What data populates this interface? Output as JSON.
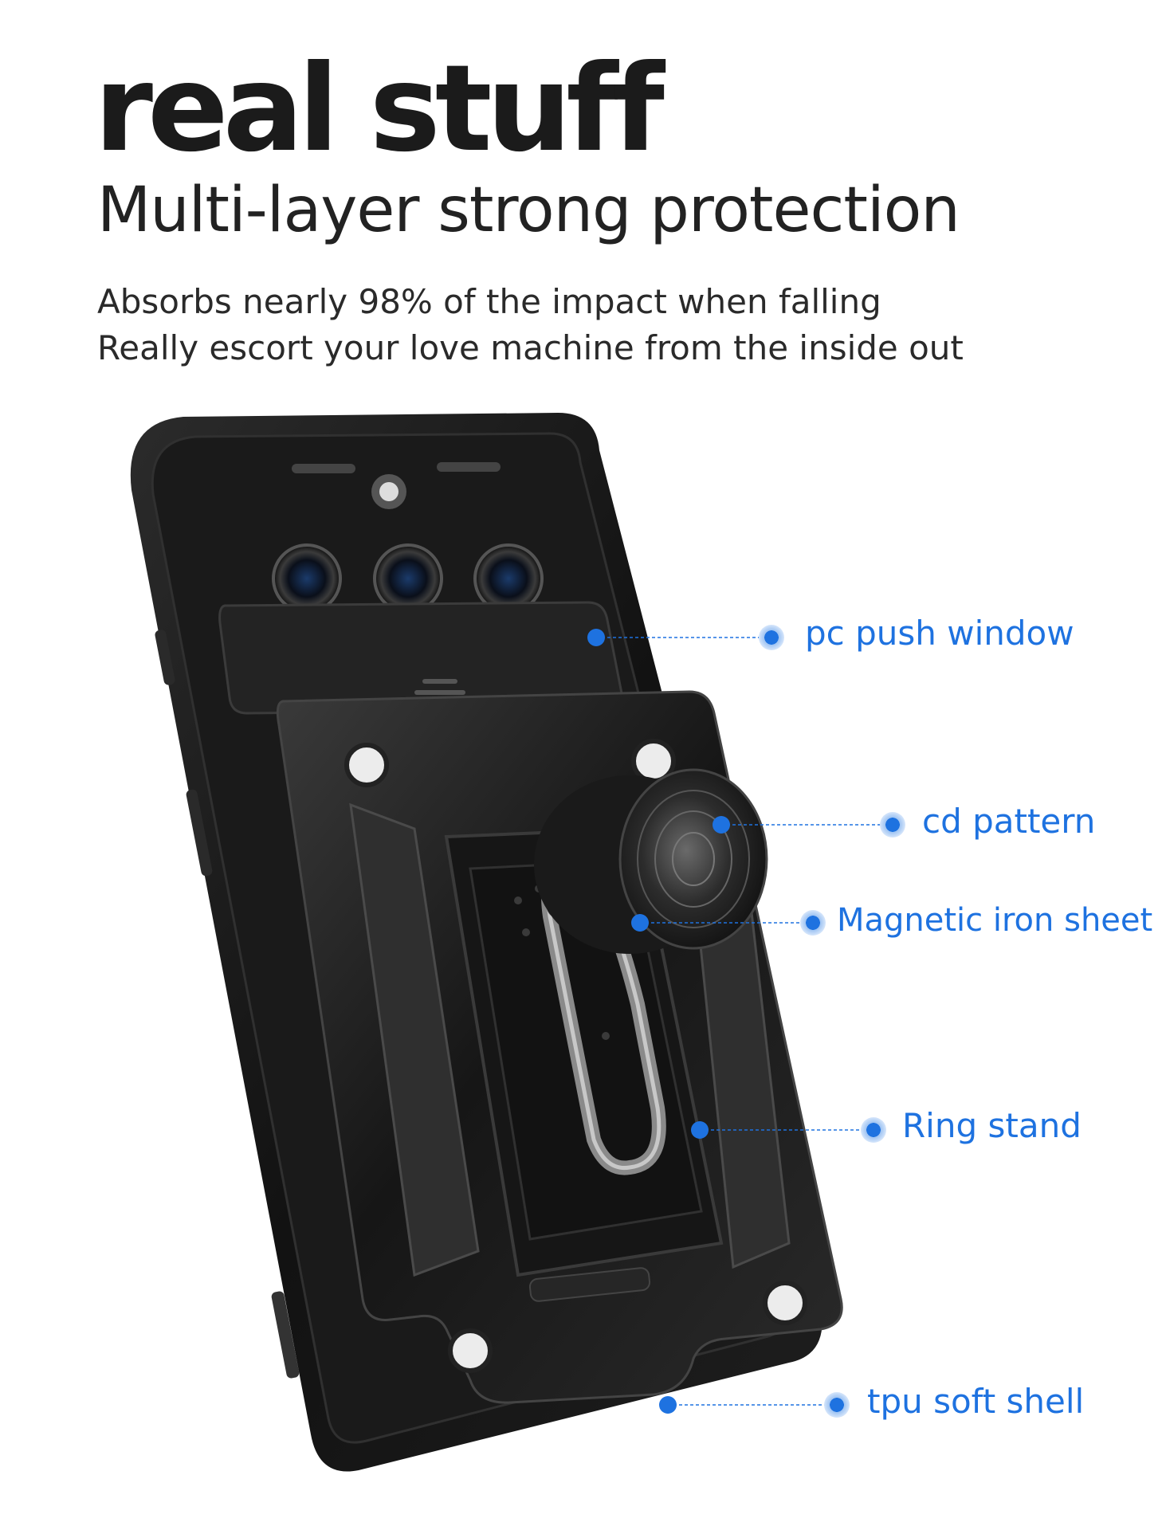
{
  "heading": {
    "title": "real stuff",
    "subtitle": "Multi-layer strong protection",
    "lines": [
      "Absorbs nearly 98% of the impact when falling",
      "Really escort your love machine from the inside out"
    ]
  },
  "callouts": [
    {
      "label": "pc push window"
    },
    {
      "label": "cd pattern"
    },
    {
      "label": "Magnetic iron sheet"
    },
    {
      "label": "Ring stand"
    },
    {
      "label": "tpu soft shell"
    }
  ],
  "colors": {
    "accent": "#1e72e0",
    "text": "#1b1b1b",
    "case": "#151515"
  }
}
